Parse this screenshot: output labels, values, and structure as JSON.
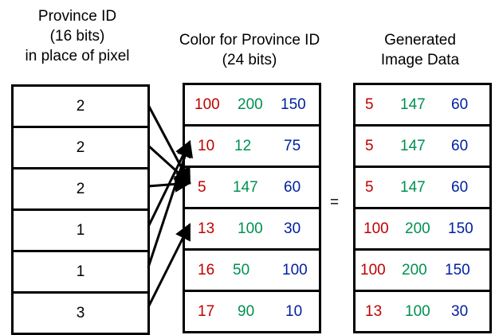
{
  "headings": {
    "left": [
      "Province ID",
      "(16 bits)",
      "in place of pixel"
    ],
    "middle": [
      "Color for Province ID",
      "(24 bits)"
    ],
    "right": [
      "Generated",
      "Image Data"
    ]
  },
  "province_ids": [
    "2",
    "2",
    "2",
    "1",
    "1",
    "3"
  ],
  "color_table": [
    {
      "r": "100",
      "g": "200",
      "b": "150"
    },
    {
      "r": "10",
      "g": "12",
      "b": "75"
    },
    {
      "r": "5",
      "g": "147",
      "b": "60"
    },
    {
      "r": "13",
      "g": "100",
      "b": "30"
    },
    {
      "r": "16",
      "g": "50",
      "b": "100"
    },
    {
      "r": "17",
      "g": "90",
      "b": "10"
    }
  ],
  "generated": [
    {
      "r": "5",
      "g": "147",
      "b": "60"
    },
    {
      "r": "5",
      "g": "147",
      "b": "60"
    },
    {
      "r": "5",
      "g": "147",
      "b": "60"
    },
    {
      "r": "100",
      "g": "200",
      "b": "150"
    },
    {
      "r": "100",
      "g": "200",
      "b": "150"
    },
    {
      "r": "13",
      "g": "100",
      "b": "30"
    }
  ],
  "equals_sign": "=",
  "colors": {
    "red": "#c00000",
    "green": "#009050",
    "blue": "#0020a0"
  }
}
